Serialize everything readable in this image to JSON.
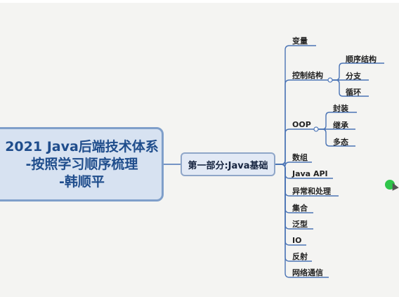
{
  "mindmap": {
    "root_lines": [
      "2021 Java后端技术体系",
      "-按照学习顺序梳理",
      "-韩顺平"
    ],
    "hub": "第一部分:Java基础",
    "topics": {
      "variables": "变量",
      "control": "控制结构",
      "control_sequence": "顺序结构",
      "control_branch": "分支",
      "control_loop": "循环",
      "oop": "OOP",
      "oop_encapsulation": "封装",
      "oop_inheritance": "继承",
      "oop_polymorphism": "多态",
      "arrays": "数组",
      "java_api": "Java API",
      "exceptions": "异常和处理",
      "collections": "集合",
      "generics": "泛型",
      "io": "IO",
      "reflection": "反射",
      "networking": "网络通信"
    }
  },
  "colors": {
    "line": "#4b74b5",
    "root_fill": "#d7e2f1",
    "root_border": "#7f9fca",
    "root_text": "#1f4d8c",
    "cursor": "#2fc54a"
  }
}
